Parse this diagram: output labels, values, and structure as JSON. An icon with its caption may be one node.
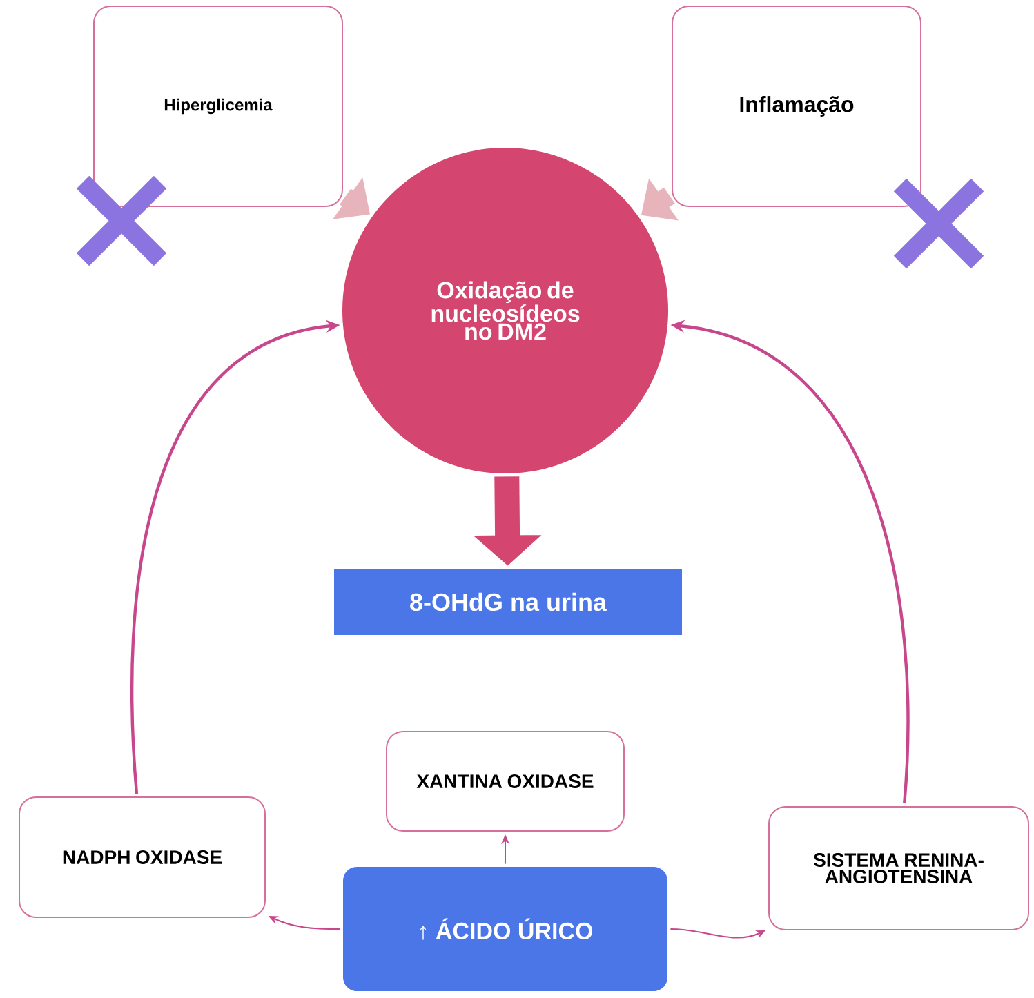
{
  "diagram": {
    "nodes": [
      {
        "text": [
          "Hiperglicemia"
        ]
      },
      {
        "text": [
          "Inflamação"
        ]
      },
      {
        "text": [
          "Oxidação de nucleosídeos no DM2"
        ]
      },
      {
        "text": [
          "8-OHdG na urina"
        ]
      },
      {
        "text": [
          "XANTINA OXIDASE"
        ]
      },
      {
        "text": [
          "NADPH OXIDASE"
        ]
      },
      {
        "text": [
          "SISTEMA RENINA-ANGIOTENSINA"
        ]
      },
      {
        "text": [
          "↑ ÁCIDO ÚRICO"
        ]
      }
    ],
    "edges": [
      {
        "from": 0,
        "to": 2,
        "arrow": "to",
        "style": "thick",
        "color": "#e8b4bc"
      },
      {
        "from": 1,
        "to": 2,
        "arrow": "to",
        "style": "thick",
        "color": "#e8b4bc"
      },
      {
        "from": 2,
        "to": 3,
        "arrow": "to",
        "style": "thick",
        "color": "#d4466f"
      },
      {
        "from": 5,
        "to": 2,
        "arrow": "to"
      },
      {
        "from": 6,
        "to": 2,
        "arrow": "to"
      },
      {
        "from": 7,
        "to": 5,
        "arrow": "to"
      },
      {
        "from": 7,
        "to": 4,
        "arrow": "to"
      },
      {
        "from": 7,
        "to": 6,
        "arrow": "to"
      }
    ]
  }
}
